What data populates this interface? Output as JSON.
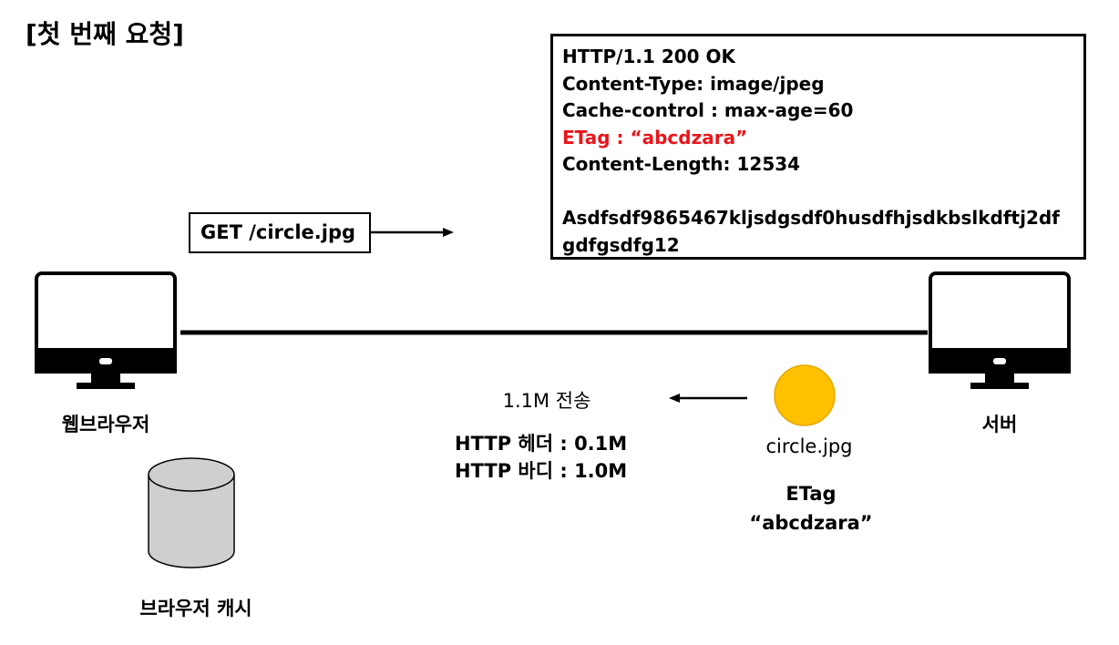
{
  "title": "[첫 번째 요청]",
  "request": {
    "text": "GET /circle.jpg"
  },
  "response": {
    "status_line": "HTTP/1.1 200 OK",
    "content_type": "Content-Type: image/jpeg",
    "cache_control": "Cache-control : max-age=60",
    "etag": "ETag : “abcdzara”",
    "content_length": "Content-Length: 12534",
    "body_line1": "Asdfsdf9865467kljsdgsdf0husdfhjsdkbslkdftj2df",
    "body_line2": "gdfgsdfg12"
  },
  "client": {
    "label": "웹브라우저"
  },
  "server": {
    "label": "서버"
  },
  "cache": {
    "label": "브라우저 캐시"
  },
  "transfer": {
    "size": "1.1M 전송",
    "header": "HTTP 헤더 : 0.1M",
    "body": "HTTP 바디 : 1.0M"
  },
  "resource": {
    "filename": "circle.jpg",
    "etag_label": "ETag",
    "etag_value": "“abcdzara”",
    "color": "#ffc000"
  },
  "colors": {
    "etag_text": "#e8161b",
    "cache_fill": "#d0cece"
  }
}
